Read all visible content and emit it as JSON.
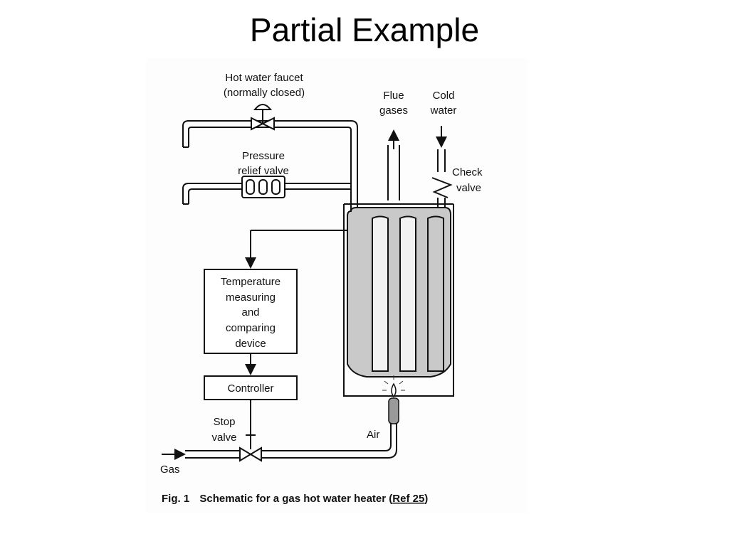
{
  "slide": {
    "title": "Partial Example"
  },
  "diagram": {
    "labels": {
      "hot_water_faucet_line1": "Hot water faucet",
      "hot_water_faucet_line2": "(normally closed)",
      "flue_line1": "Flue",
      "flue_line2": "gases",
      "cold_line1": "Cold",
      "cold_line2": "water",
      "pressure_line1": "Pressure",
      "pressure_line2": "relief valve",
      "check_line1": "Check",
      "check_line2": "valve",
      "temp_line1": "Temperature",
      "temp_line2": "measuring",
      "temp_line3": "and",
      "temp_line4": "comparing",
      "temp_line5": "device",
      "controller": "Controller",
      "stop_line1": "Stop",
      "stop_line2": "valve",
      "air": "Air",
      "gas": "Gas"
    },
    "caption": {
      "fig_number": "Fig. 1",
      "text": "Schematic for a gas hot water heater (",
      "ref": "Ref 25",
      "close": ")"
    }
  }
}
